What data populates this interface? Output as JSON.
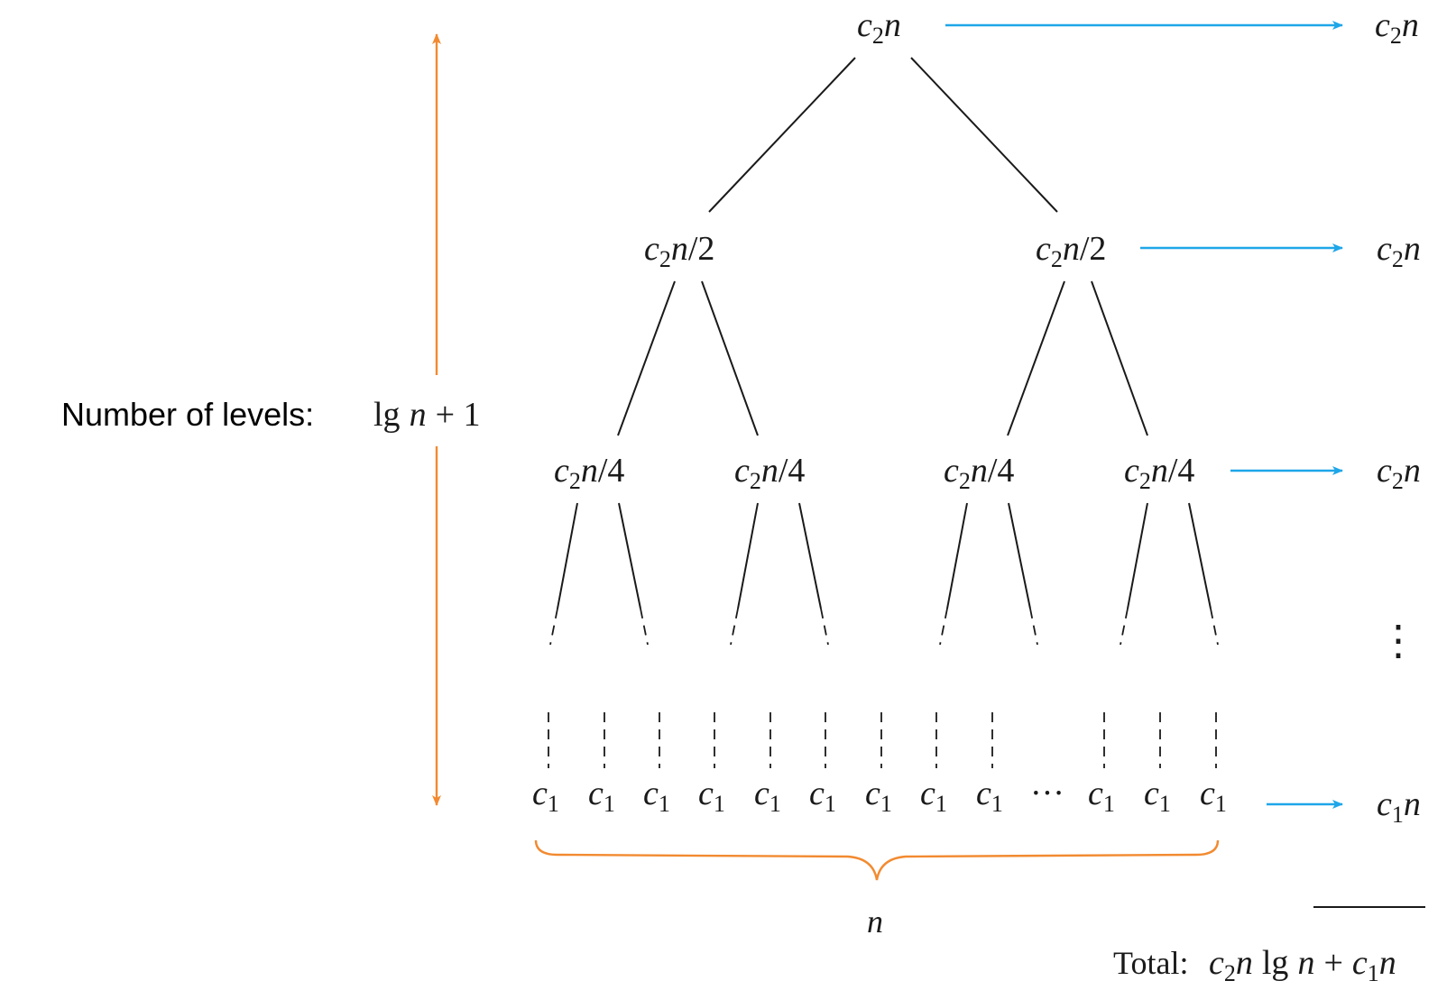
{
  "levels_label": {
    "text": "Number of levels:",
    "formula": "lg n + 1"
  },
  "nodes": {
    "root": "c2n",
    "level1": [
      "c2n/2",
      "c2n/2"
    ],
    "level2": [
      "c2n/4",
      "c2n/4",
      "c2n/4",
      "c2n/4"
    ],
    "leaves_left": [
      "c1",
      "c1",
      "c1",
      "c1",
      "c1",
      "c1",
      "c1",
      "c1",
      "c1"
    ],
    "leaves_right": [
      "c1",
      "c1",
      "c1"
    ],
    "leaf_ellipsis": "···"
  },
  "level_costs": [
    "c2n",
    "c2n",
    "c2n",
    "c1n"
  ],
  "cost_ellipsis": "⋮",
  "leaf_count_label": "n",
  "total": {
    "label": "Total:",
    "value": "c2n lg n + c1n"
  },
  "colors": {
    "ink": "#1a1a1a",
    "level_arrow": "#f28a30",
    "cost_arrow": "#1ea6e8"
  }
}
